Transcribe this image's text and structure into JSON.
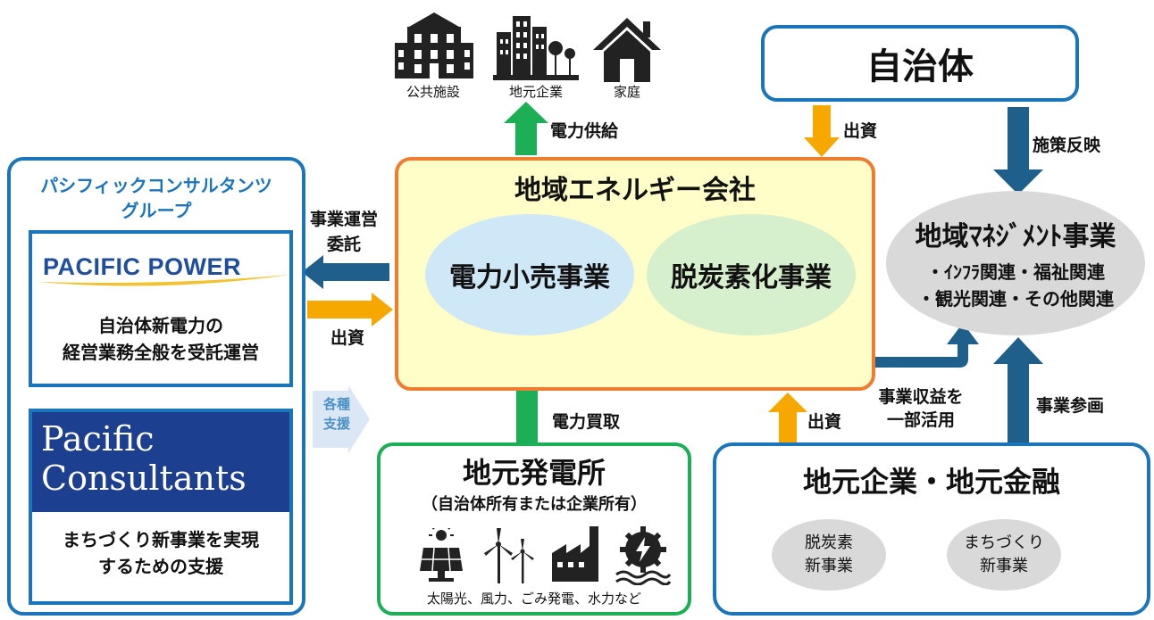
{
  "top_icons": {
    "public": "公共施設",
    "company": "地元企業",
    "home": "家庭"
  },
  "arrows": {
    "power_supply": "電力供給",
    "investment_top": "出資",
    "policy": "施策反映",
    "outsource_line1": "事業運営",
    "outsource_line2": "委託",
    "investment_left": "出資",
    "support_line1": "各種",
    "support_line2": "支援",
    "power_purchase": "電力買取",
    "investment_bottom": "出資",
    "profit_line1": "事業収益を",
    "profit_line2": "一部活用",
    "participation": "事業参画"
  },
  "municipality": {
    "title": "自治体"
  },
  "energy_company": {
    "title": "地域エネルギー会社",
    "retail": "電力小売事業",
    "decarbon": "脱炭素化事業"
  },
  "regional_mgmt": {
    "title": "地域ﾏﾈｼﾞﾒﾝﾄ事業",
    "line1": "・ｲﾝﾌﾗ関連・福祉関連",
    "line2": "・観光関連・その他関連"
  },
  "pacific_group": {
    "title_line1": "パシフィックコンサルタンツ",
    "title_line2": "グループ",
    "power_logo": "PACIFIC POWER",
    "power_desc_line1": "自治体新電力の",
    "power_desc_line2": "経営業務全般を受託運営",
    "consultants_logo_line1": "Pacific",
    "consultants_logo_line2": "Consultants",
    "consultants_desc_line1": "まちづくり新事業を実現",
    "consultants_desc_line2": "するための支援"
  },
  "power_plant": {
    "title": "地元発電所",
    "subtitle": "（自治体所有または企業所有）",
    "types": "太陽光、風力、ごみ発電、水力など"
  },
  "local_business": {
    "title": "地元企業・地元金融",
    "ellipse1_line1": "脱炭素",
    "ellipse1_line2": "新事業",
    "ellipse2_line1": "まちづくり",
    "ellipse2_line2": "新事業"
  },
  "colors": {
    "blue": "#1b75bc",
    "green": "#1daf56",
    "orange": "#f7a800",
    "dark_blue": "#1f5f8b",
    "energy_fill": "#fffdc8",
    "energy_border": "#ee7d31",
    "retail_fill": "#cfe8f7",
    "decarbon_fill": "#d6efcc",
    "gray": "#d9d9d9",
    "pale_blue": "#dbe7f5"
  }
}
